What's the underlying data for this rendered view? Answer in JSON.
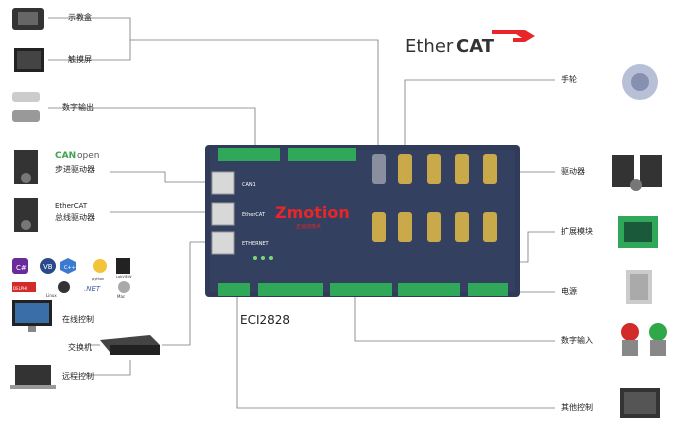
{
  "labels": {
    "teach_pendant": "示教盒",
    "touch_screen": "触摸屏",
    "digital_output": "数字输出",
    "stepper_driver": "步进驱动器",
    "canopen_can": "CAN",
    "canopen_open": "open",
    "bus_driver": "总线驱动器",
    "bus_ethercat": "EtherCAT",
    "online_control": "在线控制",
    "switch": "交换机",
    "remote_control": "远程控制",
    "handwheel": "手轮",
    "servo_driver": "驱动器",
    "expansion": "扩展模块",
    "power": "电源",
    "digital_input": "数字输入",
    "other_control": "其他控制"
  },
  "logo": {
    "ether": "Ether",
    "cat": "CAT"
  },
  "controller": {
    "brand": "Zmotion",
    "brand_sub": "正运动技术",
    "model": "ECI2828",
    "port_can": "CAN1",
    "port_ethercat": "EtherCAT",
    "port_ethernet": "ETHERNET"
  },
  "languages": [
    "C#",
    "VB",
    "C++",
    "python",
    "LabVIEW",
    "DELPHI",
    "Linux",
    ".NET",
    "Mac"
  ],
  "colors": {
    "board": "#2f3b58",
    "terminal": "#2fa85a",
    "line": "#666666",
    "brand_red": "#e8262a",
    "can_green": "#3ba34a",
    "db_port": "#c9a94a"
  }
}
